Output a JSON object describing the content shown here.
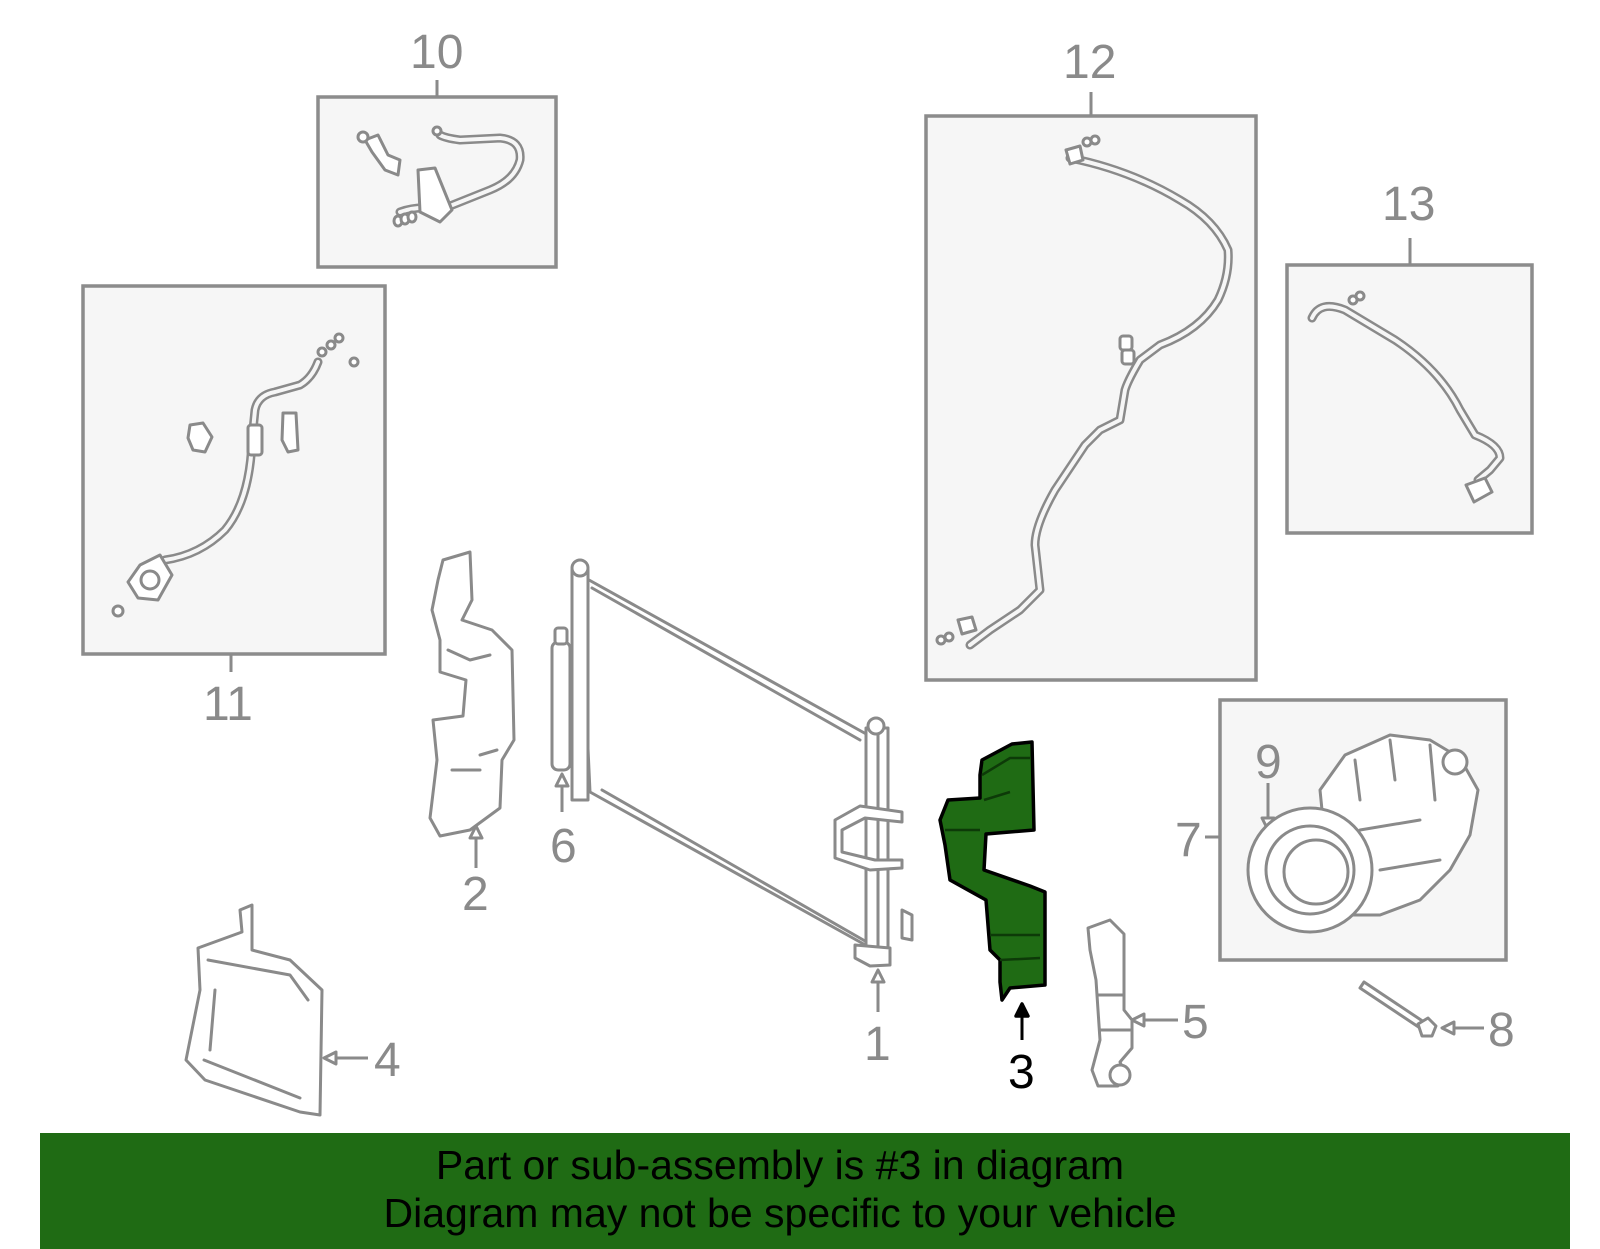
{
  "callouts": {
    "n1": "1",
    "n2": "2",
    "n3": "3",
    "n4": "4",
    "n5": "5",
    "n6": "6",
    "n7": "7",
    "n8": "8",
    "n9": "9",
    "n10": "10",
    "n11": "11",
    "n12": "12",
    "n13": "13"
  },
  "highlight_part": "3",
  "banner": {
    "line1": "Part or sub-assembly is #3 in diagram",
    "line2": "Diagram may not be specific to your vehicle"
  },
  "colors": {
    "highlight": "#1f6b14",
    "linework": "#8a8a8a",
    "box_fill": "#f6f6f6"
  }
}
